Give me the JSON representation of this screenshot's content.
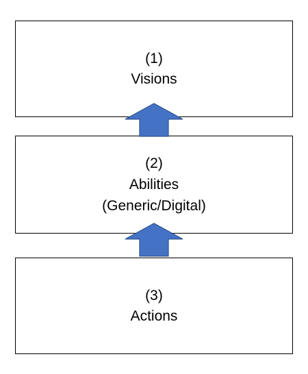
{
  "diagram": {
    "boxes": [
      {
        "number": "(1)",
        "label": "Visions"
      },
      {
        "number": "(2)",
        "label": "Abilities",
        "label2": "(Generic/Digital)"
      },
      {
        "number": "(3)",
        "label": "Actions"
      }
    ],
    "arrows": [
      {
        "from": "(2)",
        "to": "(1)",
        "direction": "up"
      },
      {
        "from": "(3)",
        "to": "(2)",
        "direction": "up"
      }
    ],
    "colors": {
      "arrow_fill": "#4472C4",
      "arrow_stroke": "#2F528F",
      "box_border": "#000000",
      "background": "#ffffff"
    }
  }
}
